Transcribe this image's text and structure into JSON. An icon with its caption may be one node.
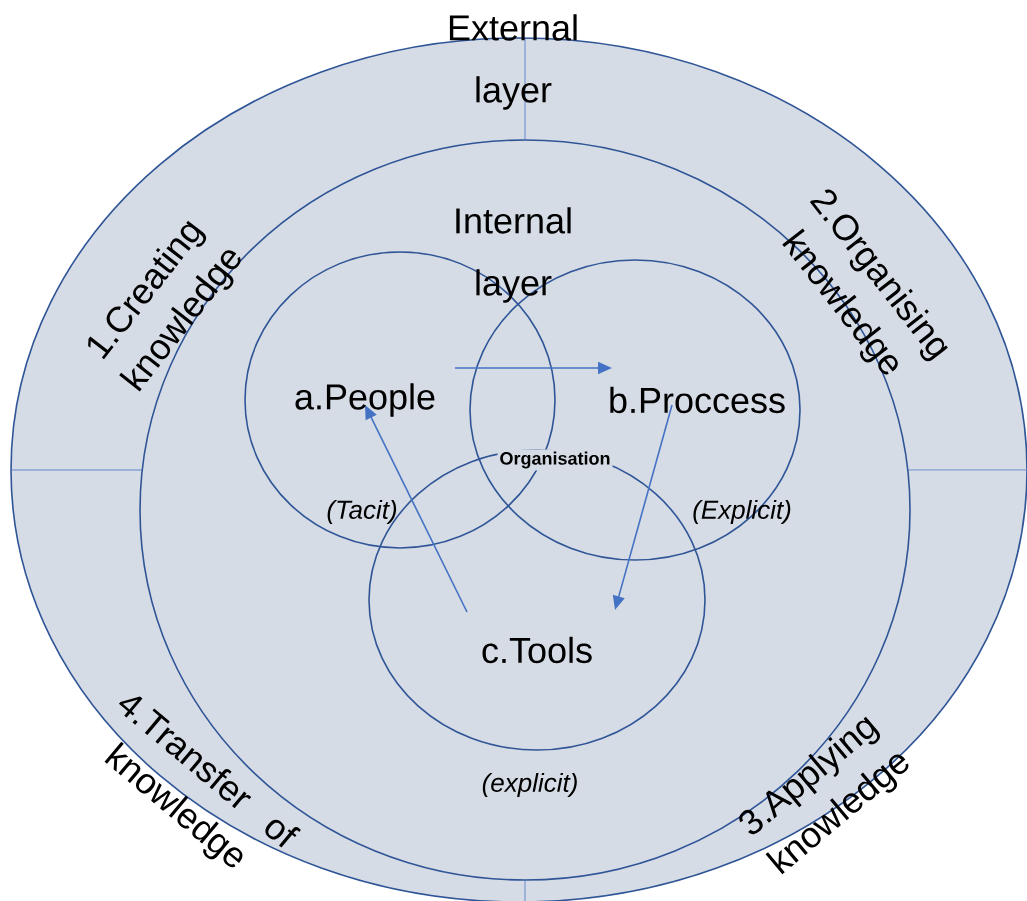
{
  "diagram": {
    "nodes": [
      {
        "text": [
          "External layer",
          "1.Creating knowledge",
          "2.Organising knowledge",
          "3.Applying knowledge",
          "4.Transfer of knowledge"
        ]
      },
      {
        "text": [
          "Internal layer"
        ],
        "in": 0
      },
      {
        "text": [
          "a.People",
          "(Tacit)"
        ],
        "in": 1
      },
      {
        "text": [
          "b.Proccess",
          "(Explicit)"
        ],
        "in": 1
      },
      {
        "text": [
          "c.Tools",
          "(explicit)"
        ],
        "in": 1
      }
    ],
    "edges": [
      {
        "from": 2,
        "to": 3,
        "arrow": "to"
      },
      {
        "from": 3,
        "to": 4,
        "arrow": "to"
      },
      {
        "from": 4,
        "to": 2,
        "arrow": "to"
      }
    ],
    "labels": [
      "Organisation"
    ]
  }
}
